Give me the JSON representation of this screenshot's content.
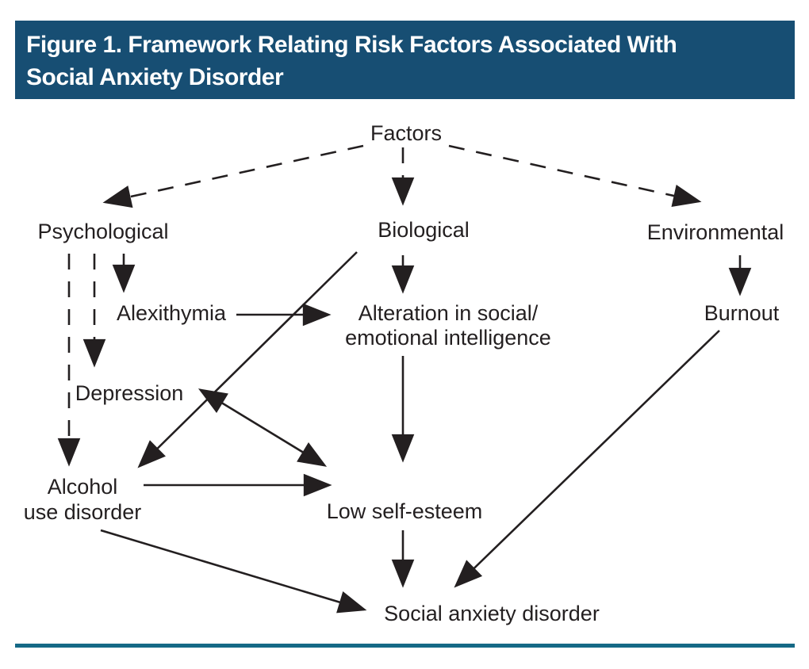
{
  "title": {
    "line1": "Figure 1. Framework Relating Risk Factors Associated With",
    "line2": "Social Anxiety Disorder"
  },
  "colors": {
    "header_bg": "#174e73",
    "header_text": "#ffffff",
    "diagram_ink": "#231f20",
    "bottom_rule": "#156986"
  },
  "nodes": {
    "factors": {
      "label": "Factors"
    },
    "psychological": {
      "label": "Psychological"
    },
    "biological": {
      "label": "Biological"
    },
    "environmental": {
      "label": "Environmental"
    },
    "alexithymia": {
      "label": "Alexithymia"
    },
    "alteration": {
      "line1": "Alteration in social/",
      "line2": "emotional intelligence"
    },
    "burnout": {
      "label": "Burnout"
    },
    "depression": {
      "label": "Depression"
    },
    "alcohol": {
      "line1": "Alcohol",
      "line2": "use disorder"
    },
    "low_self_esteem": {
      "label": "Low self-esteem"
    },
    "social_anxiety_disorder": {
      "label": "Social anxiety disorder"
    }
  },
  "edges": [
    {
      "from": "Factors",
      "to": "Psychological",
      "style": "dashed"
    },
    {
      "from": "Factors",
      "to": "Biological",
      "style": "dashed"
    },
    {
      "from": "Factors",
      "to": "Environmental",
      "style": "dashed"
    },
    {
      "from": "Psychological",
      "to": "Alexithymia",
      "style": "dashed"
    },
    {
      "from": "Psychological",
      "to": "Depression",
      "style": "dashed"
    },
    {
      "from": "Psychological",
      "to": "Alcohol use disorder",
      "style": "dashed"
    },
    {
      "from": "Environmental",
      "to": "Burnout",
      "style": "dashed"
    },
    {
      "from": "Biological",
      "to": "Alteration in social/emotional intelligence",
      "style": "solid"
    },
    {
      "from": "Alexithymia",
      "to": "Alteration in social/emotional intelligence",
      "style": "solid"
    },
    {
      "from": "Biological",
      "to": "Alcohol use disorder",
      "style": "solid"
    },
    {
      "from": "Depression",
      "to": "Low self-esteem",
      "style": "solid",
      "bidirectional": true
    },
    {
      "from": "Alcohol use disorder",
      "to": "Low self-esteem",
      "style": "solid"
    },
    {
      "from": "Alteration in social/emotional intelligence",
      "to": "Low self-esteem",
      "style": "solid"
    },
    {
      "from": "Low self-esteem",
      "to": "Social anxiety disorder",
      "style": "solid"
    },
    {
      "from": "Burnout",
      "to": "Social anxiety disorder",
      "style": "solid"
    },
    {
      "from": "Alcohol use disorder",
      "to": "Social anxiety disorder",
      "style": "solid"
    }
  ]
}
